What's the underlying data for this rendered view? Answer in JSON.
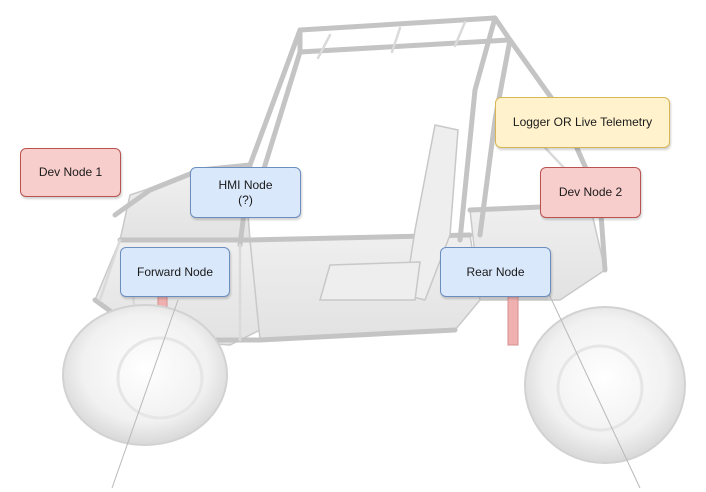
{
  "colors": {
    "pink_fill": "#f8cecc",
    "pink_stroke": "#b85450",
    "blue_fill": "#dae8fc",
    "blue_stroke": "#6c8ebf",
    "yellow_fill": "#fff2cc",
    "yellow_stroke": "#d6b656"
  },
  "background_image": "off-road buggy chassis (roll cage with seat and wheels), faded",
  "nodes": {
    "dev_node_1": {
      "label": "Dev Node 1"
    },
    "hmi_node": {
      "line1": "HMI Node",
      "line2": "(?)"
    },
    "forward_node": {
      "label": "Forward Node"
    },
    "rear_node": {
      "label": "Rear Node"
    },
    "logger": {
      "label": "Logger OR Live Telemetry"
    },
    "dev_node_2": {
      "label": "Dev Node 2"
    }
  }
}
